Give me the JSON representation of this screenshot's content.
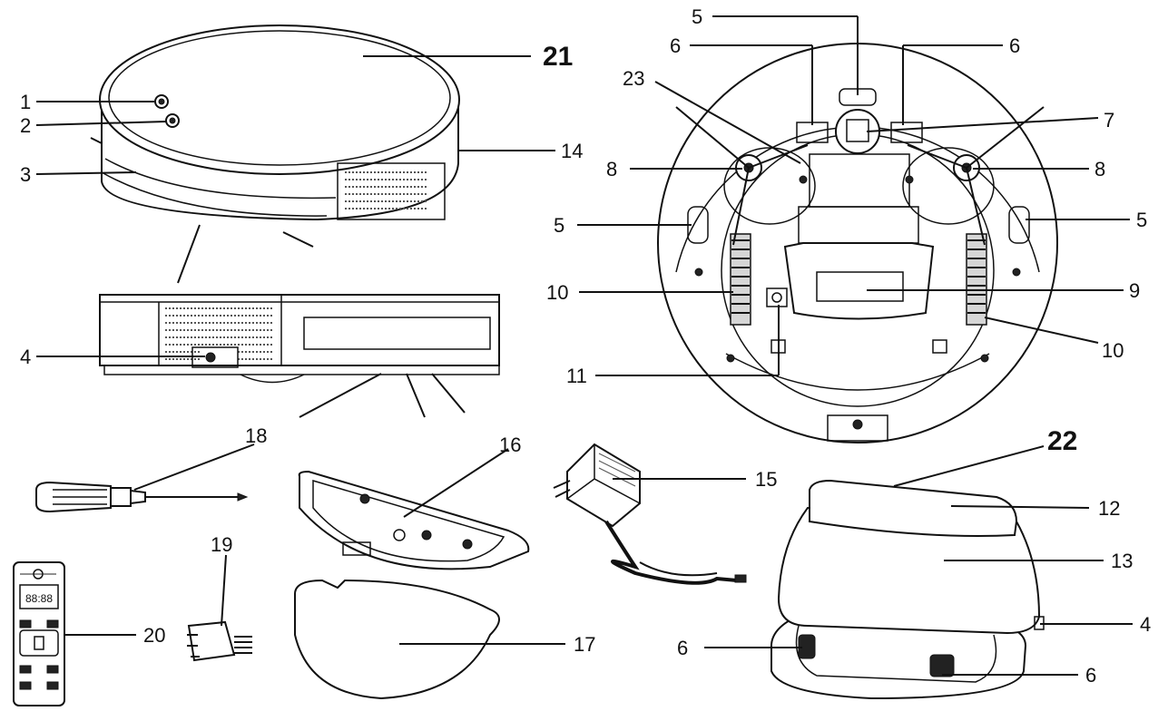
{
  "labels": {
    "l1": "1",
    "l2": "2",
    "l3": "3",
    "l4a": "4",
    "l4b": "4",
    "l5a": "5",
    "l5b": "5",
    "l5c": "5",
    "l6a": "6",
    "l6b": "6",
    "l6c": "6",
    "l6d": "6",
    "l7": "7",
    "l8a": "8",
    "l8b": "8",
    "l9": "9",
    "l10a": "10",
    "l10b": "10",
    "l11": "11",
    "l12": "12",
    "l13": "13",
    "l14": "14",
    "l15": "15",
    "l16": "16",
    "l17": "17",
    "l18": "18",
    "l19": "19",
    "l20": "20",
    "l21": "21",
    "l22": "22",
    "l23": "23"
  },
  "remote_display": "88:88",
  "colors": {
    "line": "#111111",
    "background": "#ffffff"
  }
}
